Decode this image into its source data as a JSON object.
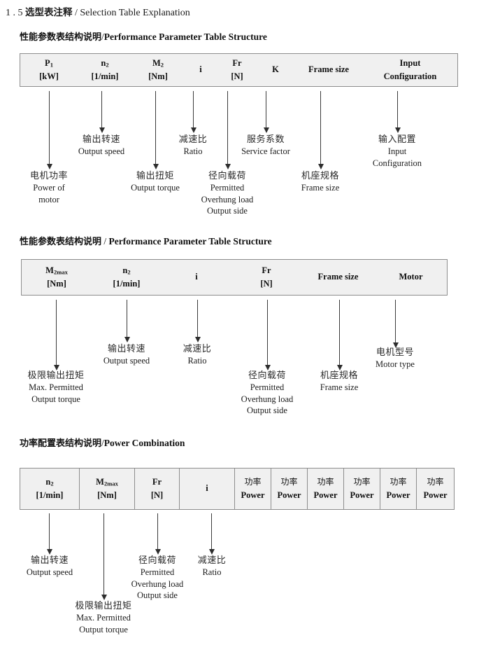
{
  "doc": {
    "section_number": "1 . 5",
    "title_cn": "选型表注释",
    "title_sep": "/",
    "title_en": "Selection Table Explanation"
  },
  "sections": [
    {
      "heading_cn": "性能参数表结构说明",
      "heading_sep": "/",
      "heading_en": "Performance Parameter Table Structure",
      "table": {
        "name": "performance-parameter-table",
        "columns": [
          {
            "symbol": "P",
            "sub": "1",
            "unit": "[kW]"
          },
          {
            "symbol": "n",
            "sub": "2",
            "unit": "[1/min]"
          },
          {
            "symbol": "M",
            "sub": "2",
            "unit": "[Nm]"
          },
          {
            "symbol": "i",
            "sub": "",
            "unit": ""
          },
          {
            "symbol": "Fr",
            "sub": "",
            "unit": "[N]"
          },
          {
            "symbol": "K",
            "sub": "",
            "unit": ""
          },
          {
            "symbol": "Frame size",
            "sub": "",
            "unit": ""
          },
          {
            "symbol": "Input",
            "sub": "",
            "unit": "Configuration"
          }
        ]
      },
      "notes": [
        {
          "cn": "电机功率",
          "en": [
            "Power of",
            "motor"
          ]
        },
        {
          "cn": "输出转速",
          "en": [
            "Output speed"
          ]
        },
        {
          "cn": "输出扭矩",
          "en": [
            "Output torque"
          ]
        },
        {
          "cn": "减速比",
          "en": [
            "Ratio"
          ]
        },
        {
          "cn": "径向载荷",
          "en": [
            "Permitted",
            "Overhung load",
            "Output side"
          ]
        },
        {
          "cn": "服务系数",
          "en": [
            "Service factor"
          ]
        },
        {
          "cn": "机座规格",
          "en": [
            "Frame size"
          ]
        },
        {
          "cn": "输入配置",
          "en": [
            "Input",
            "Configuration"
          ]
        }
      ]
    },
    {
      "heading_cn": "性能参数表结构说明",
      "heading_sep": "/",
      "heading_en": "Performance Parameter Table Structure",
      "table": {
        "name": "performance-parameter-table-2",
        "columns": [
          {
            "symbol": "M",
            "sub": "2max",
            "unit": "[Nm]"
          },
          {
            "symbol": "n",
            "sub": "2",
            "unit": "[1/min]"
          },
          {
            "symbol": "i",
            "sub": "",
            "unit": ""
          },
          {
            "symbol": "Fr",
            "sub": "",
            "unit": "[N]"
          },
          {
            "symbol": "Frame size",
            "sub": "",
            "unit": ""
          },
          {
            "symbol": "Motor",
            "sub": "",
            "unit": ""
          }
        ]
      },
      "notes": [
        {
          "cn": "极限输出扭矩",
          "en": [
            "Max. Permitted",
            "Output  torque"
          ]
        },
        {
          "cn": "输出转速",
          "en": [
            "Output speed"
          ]
        },
        {
          "cn": "减速比",
          "en": [
            "Ratio"
          ]
        },
        {
          "cn": "径向载荷",
          "en": [
            "Permitted",
            "Overhung load",
            "Output side"
          ]
        },
        {
          "cn": "机座规格",
          "en": [
            "Frame size"
          ]
        },
        {
          "cn": "电机型号",
          "en": [
            "Motor type"
          ]
        }
      ]
    },
    {
      "heading_cn": "功率配置表结构说明",
      "heading_sep": "/",
      "heading_en": "Power Combination",
      "table": {
        "name": "power-combination-table",
        "columns": [
          {
            "symbol": "n",
            "sub": "2",
            "unit": "[1/min]"
          },
          {
            "symbol": "M",
            "sub": "2max",
            "unit": "[Nm]"
          },
          {
            "symbol": "Fr",
            "sub": "",
            "unit": "[N]"
          },
          {
            "symbol": "i",
            "sub": "",
            "unit": ""
          },
          {
            "cn": "功率",
            "unit": "Power"
          },
          {
            "cn": "功率",
            "unit": "Power"
          },
          {
            "cn": "功率",
            "unit": "Power"
          },
          {
            "cn": "功率",
            "unit": "Power"
          },
          {
            "cn": "功率",
            "unit": "Power"
          },
          {
            "cn": "功率",
            "unit": "Power"
          }
        ]
      },
      "notes": [
        {
          "cn": "输出转速",
          "en": [
            "Output speed"
          ]
        },
        {
          "cn": "极限输出扭矩",
          "en": [
            "Max. Permitted",
            "Output  torque"
          ]
        },
        {
          "cn": "径向载荷",
          "en": [
            "Permitted",
            "Overhung load",
            "Output side"
          ]
        },
        {
          "cn": "减速比",
          "en": [
            "Ratio"
          ]
        }
      ]
    }
  ]
}
